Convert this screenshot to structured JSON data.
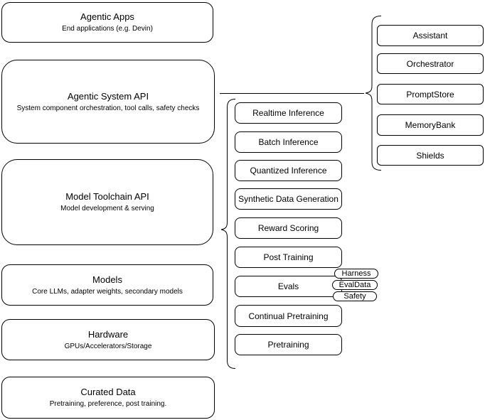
{
  "diagram": {
    "stack_layers": [
      {
        "title": "Agentic Apps",
        "subtitle": "End applications (e.g. Devin)"
      },
      {
        "title": "Agentic System API",
        "subtitle": "System component orchestration, tool calls, safety checks"
      },
      {
        "title": "Model Toolchain API",
        "subtitle": "Model development & serving"
      },
      {
        "title": "Models",
        "subtitle": "Core LLMs, adapter weights, secondary models"
      },
      {
        "title": "Hardware",
        "subtitle": "GPUs/Accelerators/Storage"
      },
      {
        "title": "Curated Data",
        "subtitle": "Pretraining, preference, post training."
      }
    ],
    "toolchain_items": [
      "Realtime Inference",
      "Batch Inference",
      "Quantized Inference",
      "Synthetic Data Generation",
      "Reward Scoring",
      "Post Training",
      "Evals",
      "Continual Pretraining",
      "Pretraining"
    ],
    "evals_tags": [
      "Harness",
      "EvalData",
      "Safety"
    ],
    "system_components": [
      "Assistant",
      "Orchestrator",
      "PromptStore",
      "MemoryBank",
      "Shields"
    ],
    "colors": {
      "stroke": "#000000",
      "background": "#ffffff",
      "text": "#000000"
    }
  }
}
